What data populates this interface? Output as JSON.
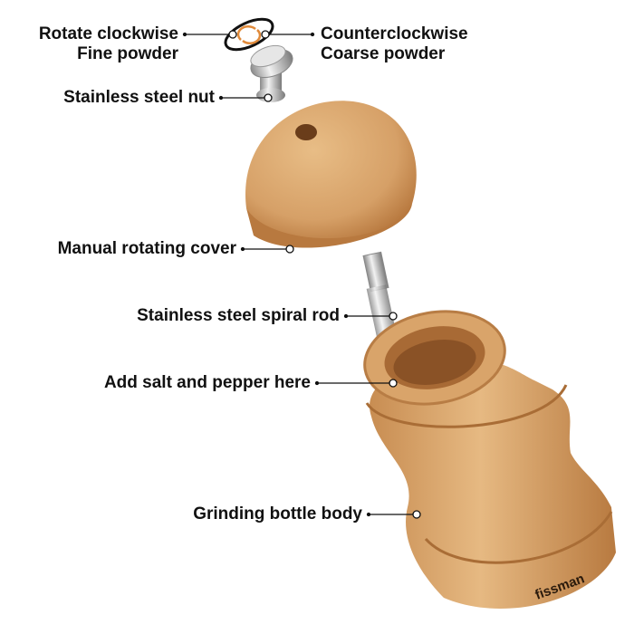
{
  "labels": {
    "rotate_clockwise": "Rotate clockwise",
    "fine_powder": "Fine powder",
    "counterclockwise": "Counterclockwise",
    "coarse_powder": "Coarse powder",
    "nut": "Stainless steel nut",
    "cover": "Manual rotating cover",
    "rod": "Stainless steel spiral rod",
    "add": "Add salt and pepper here",
    "body": "Grinding bottle body"
  },
  "brand_logo": "fissman",
  "colors": {
    "wood": "#d9a46a",
    "wood_dark": "#b87d45",
    "steel": "#c8c8c8",
    "arrow": "#e08a3a"
  }
}
